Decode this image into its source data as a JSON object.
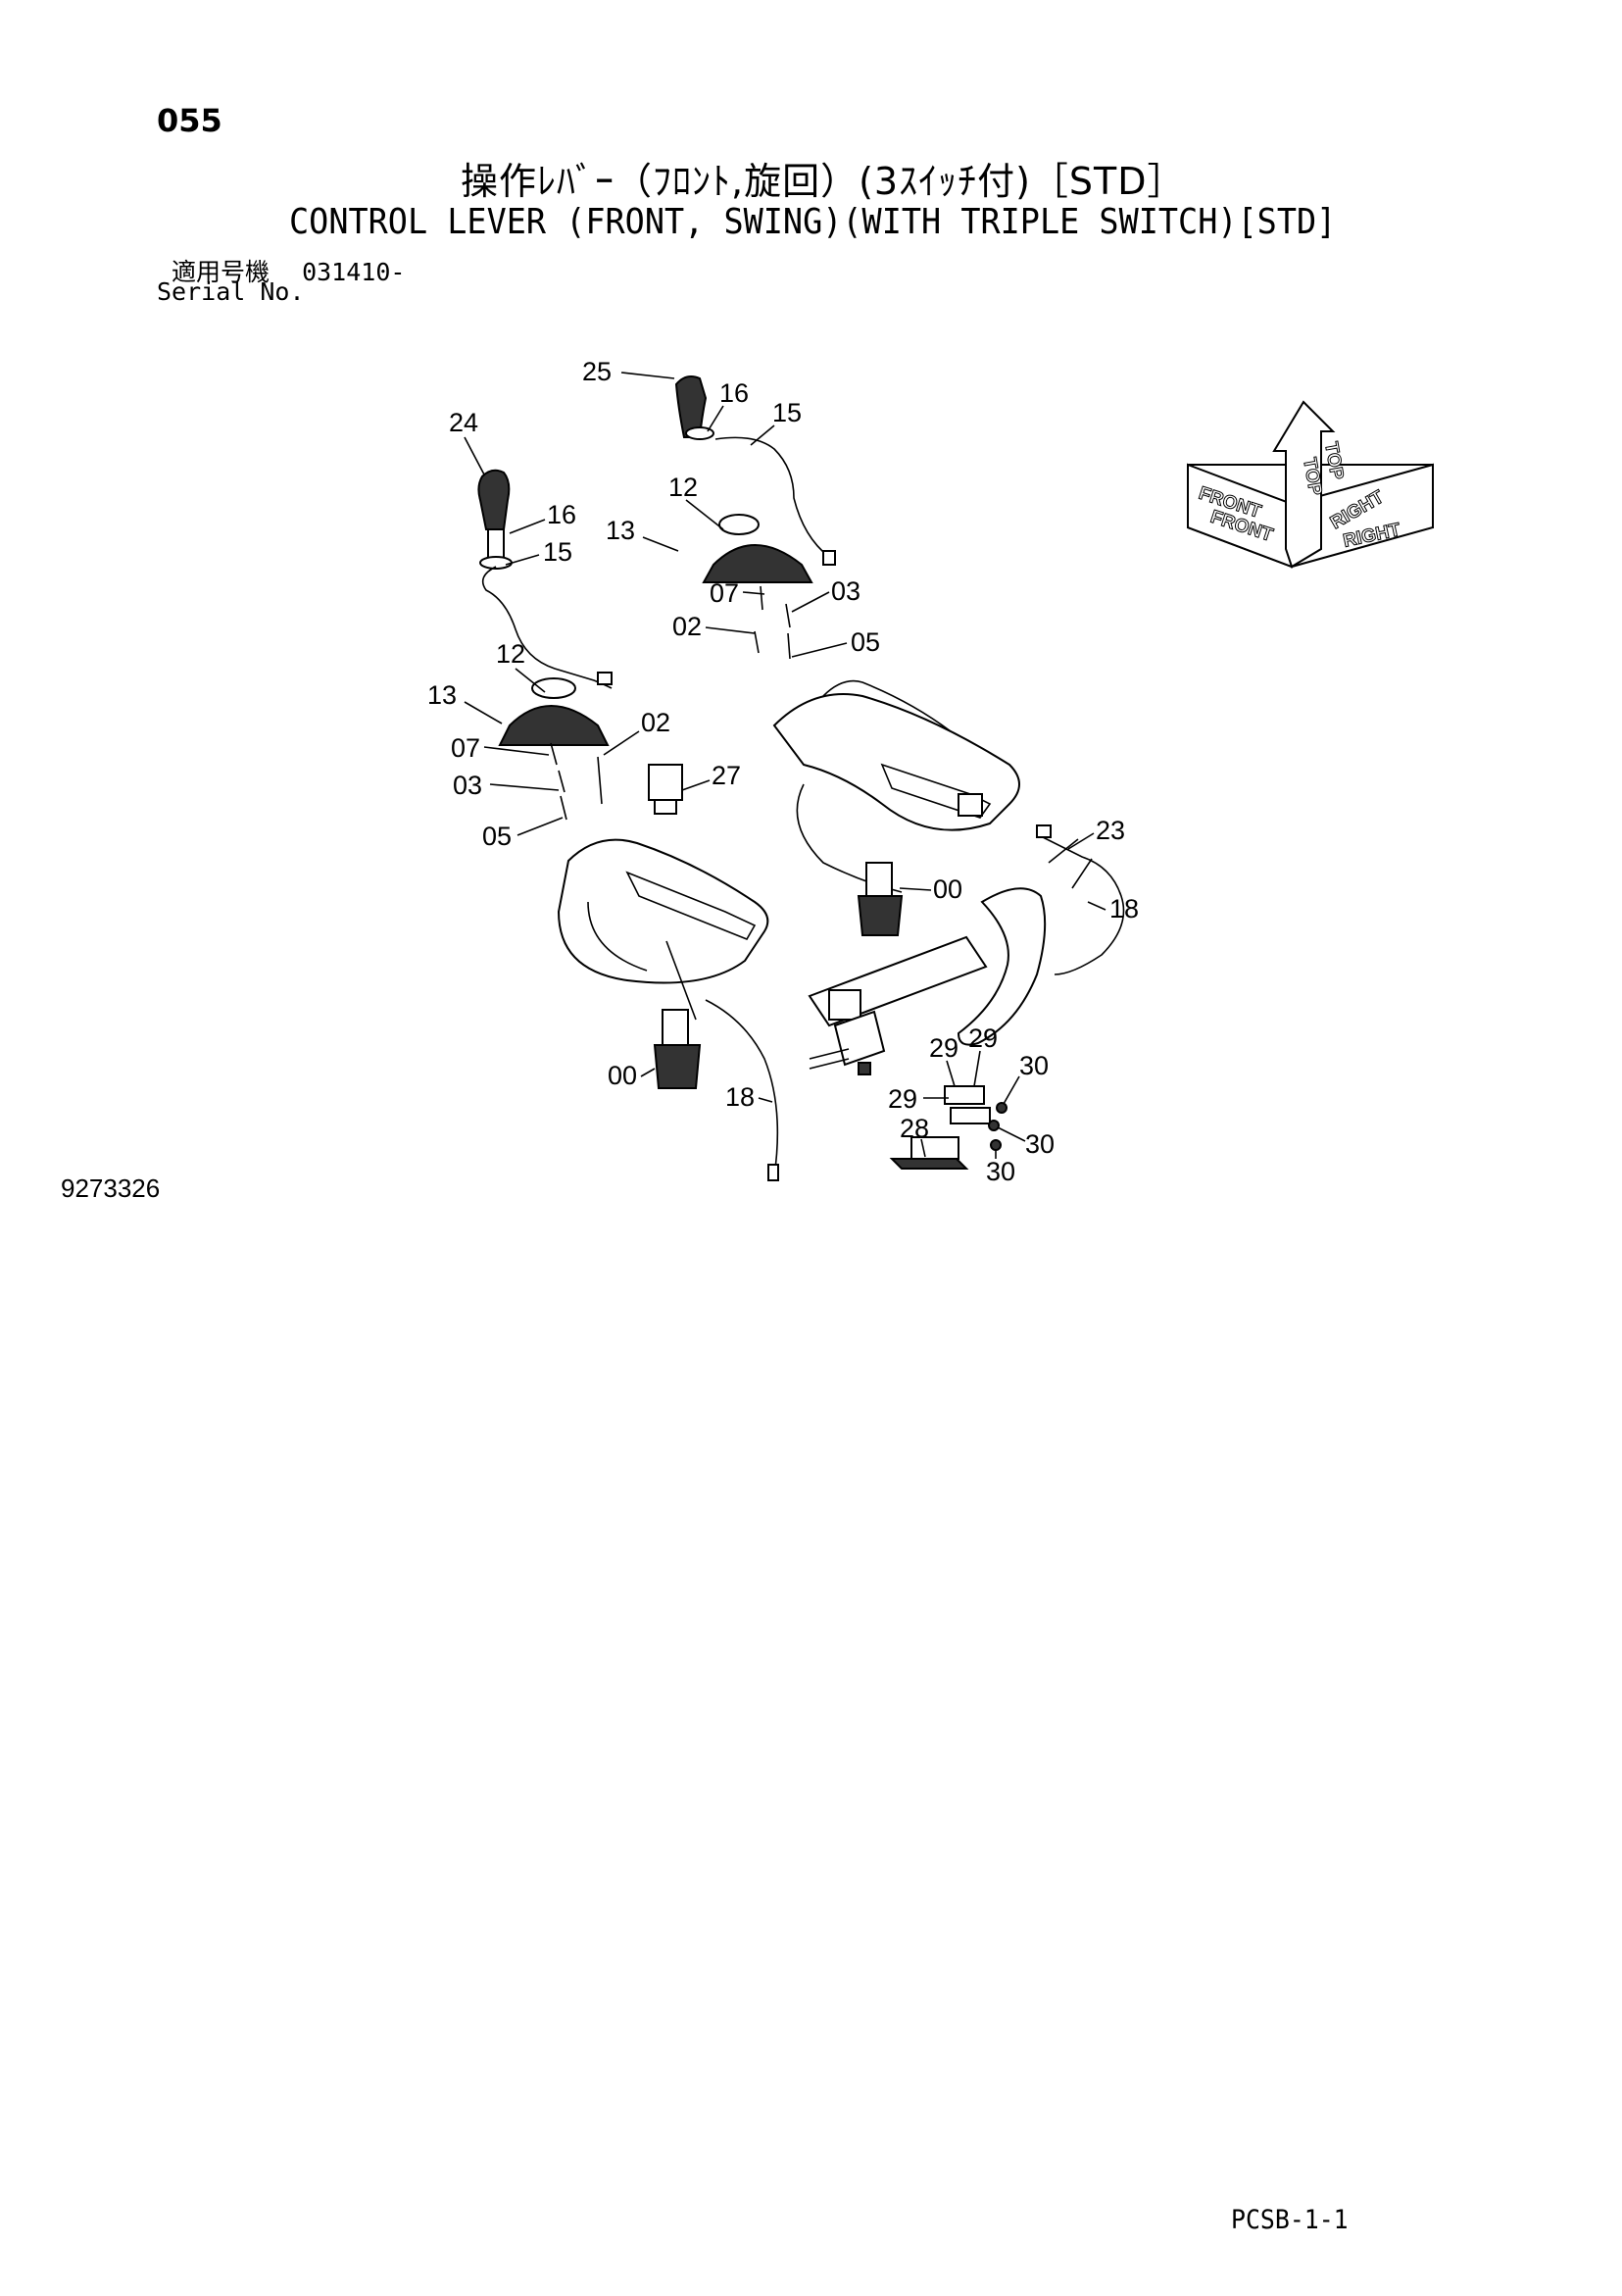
{
  "header": {
    "page_number": "055",
    "title_jp": "操作ﾚﾊﾞｰ（ﾌﾛﾝﾄ,旋回）(3ｽｲｯﾁ付)［STD］",
    "title_en": "CONTROL LEVER (FRONT, SWING)(WITH TRIPLE SWITCH)[STD]",
    "serial_label_jp": "適用号機",
    "serial_value": "031410-",
    "serial_label_en": "Serial No."
  },
  "footer": {
    "drawing_number": "9273326",
    "sheet_code": "PCSB-1-1"
  },
  "orientation": {
    "top": "TOP",
    "front": "FRONT",
    "right": "RIGHT"
  },
  "callouts": {
    "c25": "25",
    "c16a": "16",
    "c15a": "15",
    "c24": "24",
    "c12a": "12",
    "c13a": "13",
    "c16b": "16",
    "c15b": "15",
    "c07a": "07",
    "c03a": "03",
    "c02a": "02",
    "c05a": "05",
    "c12b": "12",
    "c13b": "13",
    "c07b": "07",
    "c02b": "02",
    "c03b": "03",
    "c05b": "05",
    "c27": "27",
    "c23": "23",
    "c00a": "00",
    "c18a": "18",
    "c29a": "29",
    "c29b": "29",
    "c30a": "30",
    "c29c": "29",
    "c28": "28",
    "c30b": "30",
    "c30c": "30",
    "c00b": "00",
    "c18b": "18"
  }
}
